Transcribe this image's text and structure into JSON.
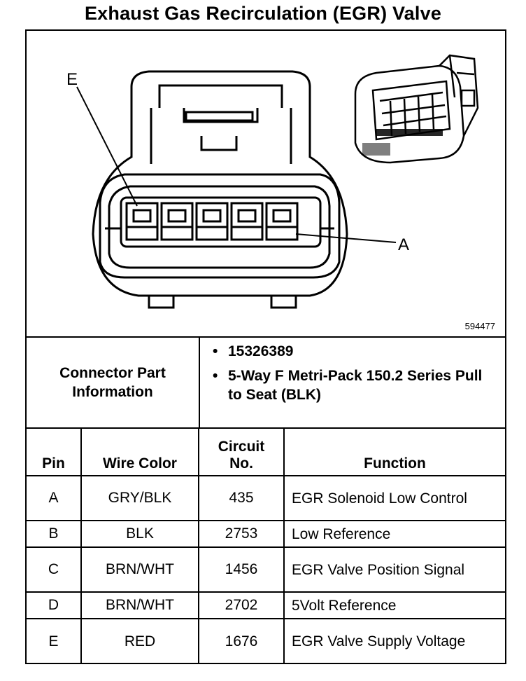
{
  "title": "Exhaust Gas Recirculation (EGR) Valve",
  "diagram": {
    "label_e": "E",
    "label_a": "A",
    "figure_number": "594477"
  },
  "connector_info": {
    "heading_line1": "Connector Part",
    "heading_line2": "Information",
    "bullet": "•",
    "items": [
      "15326389",
      "5-Way F Metri-Pack 150.2 Series Pull to Seat (BLK)"
    ]
  },
  "pin_table": {
    "headers": {
      "pin": "Pin",
      "wire_color": "Wire Color",
      "circuit_line1": "Circuit",
      "circuit_line2": "No.",
      "function": "Function"
    },
    "rows": [
      {
        "pin": "A",
        "wire_color": "GRY/BLK",
        "circuit": "435",
        "function": "EGR Solenoid Low Control"
      },
      {
        "pin": "B",
        "wire_color": "BLK",
        "circuit": "2753",
        "function": "Low Reference"
      },
      {
        "pin": "C",
        "wire_color": "BRN/WHT",
        "circuit": "1456",
        "function": "EGR Valve Position Signal"
      },
      {
        "pin": "D",
        "wire_color": "BRN/WHT",
        "circuit": "2702",
        "function": "5Volt Reference"
      },
      {
        "pin": "E",
        "wire_color": "RED",
        "circuit": "1676",
        "function": "EGR Valve Supply Voltage"
      }
    ]
  }
}
